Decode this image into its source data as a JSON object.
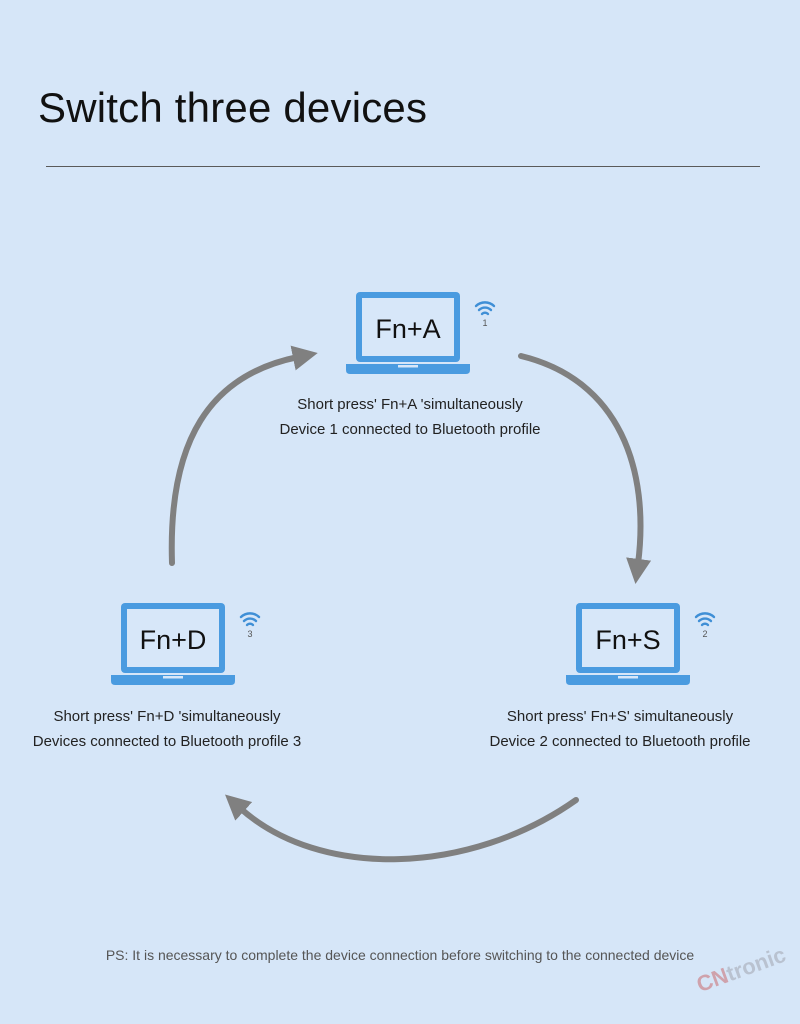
{
  "page": {
    "title": "Switch three devices",
    "footnote": "PS: It is necessary to complete the device connection before switching to the connected device"
  },
  "devices": [
    {
      "screen_label": "Fn+A",
      "channel_number": "1",
      "caption_line1": "Short press' Fn+A 'simultaneously",
      "caption_line2": "Device 1 connected to Bluetooth profile"
    },
    {
      "screen_label": "Fn+S",
      "channel_number": "2",
      "caption_line1": "Short press' Fn+S' simultaneously",
      "caption_line2": "Device 2 connected to Bluetooth profile"
    },
    {
      "screen_label": "Fn+D",
      "channel_number": "3",
      "caption_line1": "Short press' Fn+D 'simultaneously",
      "caption_line2": "Devices connected to Bluetooth profile 3"
    }
  ],
  "watermark": {
    "brand_prefix": "CN",
    "brand_suffix": "tronic"
  },
  "colors": {
    "background": "#d6e6f8",
    "laptop_blue": "#4a9be0",
    "laptop_screen": "#d7e7f9",
    "arrow_gray": "#808080",
    "wifi_blue": "#3f8fd6"
  },
  "icons": {
    "laptop": "laptop-icon",
    "wifi": "wifi-signal-icon",
    "arrow": "curved-arrow"
  }
}
